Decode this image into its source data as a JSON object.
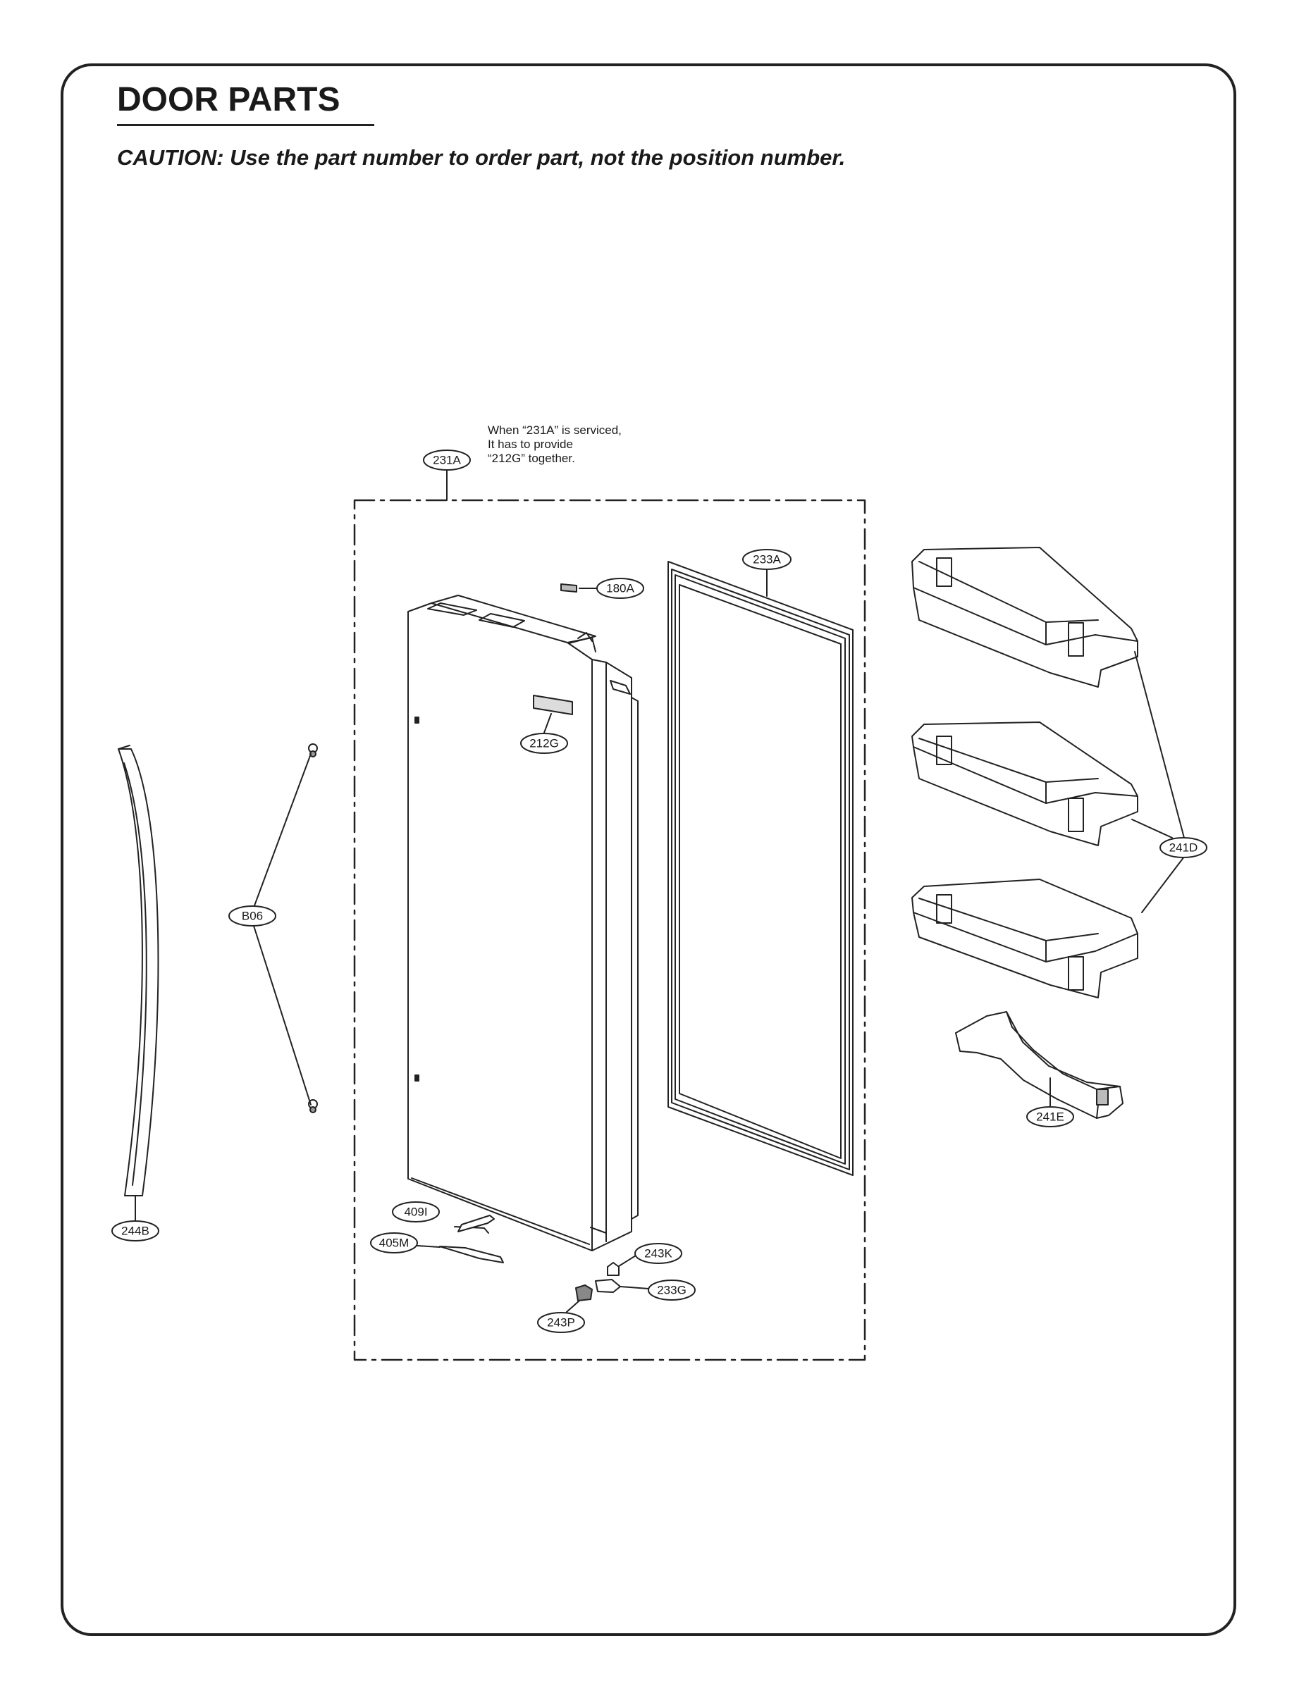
{
  "page": {
    "title": "DOOR PARTS",
    "caution": "CAUTION: Use the part number to order part, not the position number."
  },
  "note": {
    "line1": "When “231A” is serviced,",
    "line2": "It has to provide",
    "line3": "“212G” together."
  },
  "callouts": {
    "c231A": "231A",
    "c180A": "180A",
    "c233A": "233A",
    "c212G": "212G",
    "cB06": "B06",
    "c244B": "244B",
    "c241D": "241D",
    "c241E": "241E",
    "c409I": "409I",
    "c405M": "405M",
    "c243K": "243K",
    "c233G": "233G",
    "c243P": "243P"
  }
}
